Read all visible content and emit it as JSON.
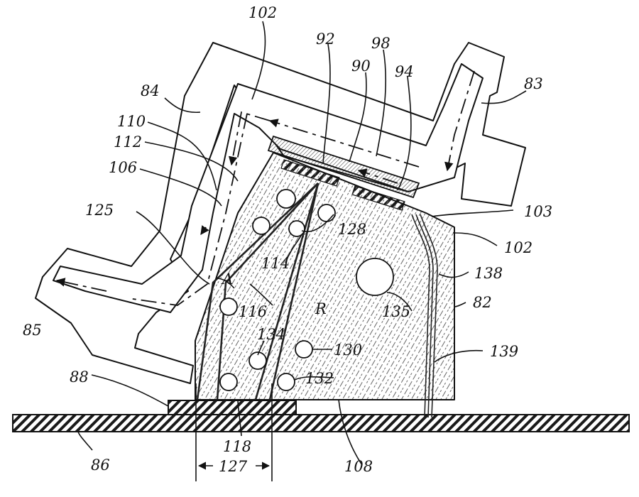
{
  "labels": {
    "r102_top": "102",
    "r92": "92",
    "r98": "98",
    "r90": "90",
    "r94": "94",
    "r84": "84",
    "r83": "83",
    "r110": "110",
    "r112": "112",
    "r106": "106",
    "r125": "125",
    "r103": "103",
    "r128": "128",
    "r102_right": "102",
    "r114": "114",
    "r138": "138",
    "r82": "82",
    "rA": "A",
    "r116": "116",
    "rR": "R",
    "r135": "135",
    "r85": "85",
    "r134": "134",
    "r130": "130",
    "r139": "139",
    "r88": "88",
    "r132": "132",
    "r118": "118",
    "r86": "86",
    "r127": "127",
    "r108": "108"
  },
  "hatch_colors": {
    "housing": "#2a2a2a",
    "block": "#555555",
    "substrate": "#1a1a1a"
  }
}
